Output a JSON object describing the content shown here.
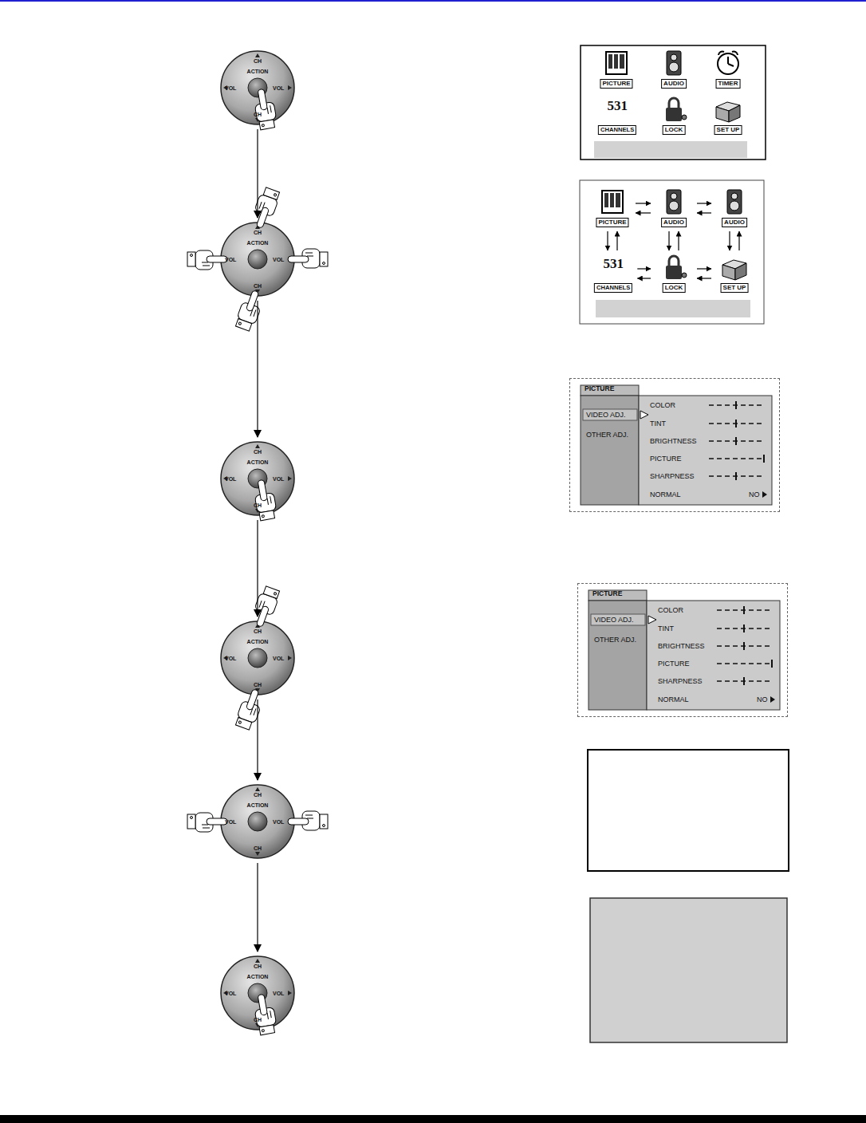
{
  "diagram": {
    "nodes": [
      {
        "text": [
          "CH",
          "ACTION",
          "VOL",
          "VOL",
          "CH"
        ]
      },
      {
        "text": [
          "CH",
          "ACTION",
          "VOL",
          "VOL",
          "CH"
        ]
      },
      {
        "text": [
          "CH",
          "ACTION",
          "VOL",
          "VOL",
          "CH"
        ]
      },
      {
        "text": [
          "CH",
          "ACTION",
          "VOL",
          "VOL",
          "CH"
        ]
      },
      {
        "text": [
          "CH",
          "ACTION",
          "VOL",
          "VOL",
          "CH"
        ]
      },
      {
        "text": [
          "CH",
          "ACTION",
          "VOL",
          "VOL",
          "CH"
        ]
      },
      {
        "text": [
          "PICTURE"
        ]
      },
      {
        "text": [
          "AUDIO"
        ]
      },
      {
        "text": [
          "TIMER"
        ]
      },
      {
        "text": [
          "531",
          "CHANNELS"
        ]
      },
      {
        "text": [
          "LOCK"
        ]
      },
      {
        "text": [
          "SET UP"
        ]
      },
      {
        "text": [
          "PICTURE"
        ]
      },
      {
        "text": [
          "AUDIO"
        ]
      },
      {
        "text": [
          "AUDIO"
        ]
      },
      {
        "text": [
          "531",
          "CHANNELS"
        ]
      },
      {
        "text": [
          "LOCK"
        ]
      },
      {
        "text": [
          "SET UP"
        ]
      },
      {
        "text": [
          "PICTURE",
          "VIDEO ADJ.",
          "OTHER ADJ.",
          "COLOR",
          "TINT",
          "BRIGHTNESS",
          "PICTURE",
          "SHARPNESS",
          "NORMAL",
          "NO"
        ]
      },
      {
        "text": [
          "PICTURE",
          "VIDEO ADJ.",
          "OTHER ADJ.",
          "COLOR",
          "TINT",
          "BRIGHTNESS",
          "PICTURE",
          "SHARPNESS",
          "NORMAL",
          "NO"
        ]
      }
    ],
    "edges": [
      {
        "from": 0,
        "to": 1,
        "arrow": "to"
      },
      {
        "from": 1,
        "to": 2,
        "arrow": "to"
      },
      {
        "from": 2,
        "to": 3,
        "arrow": "to"
      },
      {
        "from": 3,
        "to": 4,
        "arrow": "to"
      },
      {
        "from": 4,
        "to": 5,
        "arrow": "to"
      },
      {
        "from": 12,
        "to": 13,
        "arrow": "to"
      },
      {
        "from": 13,
        "to": 12,
        "arrow": "to"
      },
      {
        "from": 13,
        "to": 14,
        "arrow": "to"
      },
      {
        "from": 14,
        "to": 13,
        "arrow": "to"
      },
      {
        "from": 15,
        "to": 16,
        "arrow": "to"
      },
      {
        "from": 16,
        "to": 15,
        "arrow": "to"
      },
      {
        "from": 16,
        "to": 17,
        "arrow": "to"
      },
      {
        "from": 17,
        "to": 16,
        "arrow": "to"
      },
      {
        "from": 12,
        "to": 15,
        "arrow": "to"
      },
      {
        "from": 15,
        "to": 12,
        "arrow": "to"
      },
      {
        "from": 13,
        "to": 16,
        "arrow": "to"
      },
      {
        "from": 16,
        "to": 13,
        "arrow": "to"
      },
      {
        "from": 14,
        "to": 17,
        "arrow": "to"
      },
      {
        "from": 17,
        "to": 14,
        "arrow": "to"
      }
    ]
  }
}
